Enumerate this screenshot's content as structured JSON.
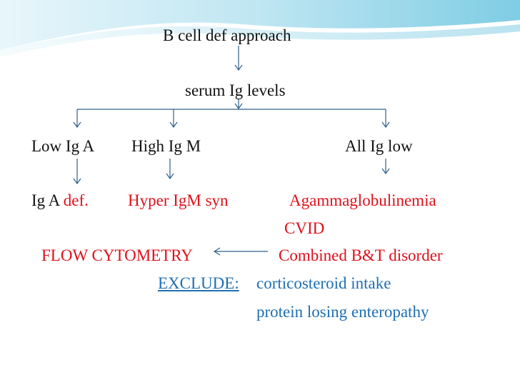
{
  "colors": {
    "text": "#111111",
    "accent_red": "#e0101a",
    "accent_blue": "#1f6fb3",
    "arrow": "#2d5f8e",
    "header_wave_light": "#d9f1f8",
    "header_wave_dark": "#7fcde4"
  },
  "diagram": {
    "title": "B cell def approach",
    "step": "serum Ig levels",
    "branches": {
      "low_iga": "Low Ig A",
      "high_igm": "High Ig M",
      "all_low": "All Ig low"
    },
    "outcomes": {
      "iga_prefix": "Ig A",
      "iga_suffix": "def.",
      "hyper_igm": "Hyper IgM syn",
      "agamma": "Agammaglobulinemia",
      "cvid": "CVID",
      "combined": "Combined B&T disorder",
      "flow": "FLOW CYTOMETRY"
    },
    "exclude": {
      "label": "EXCLUDE:",
      "item1": "corticosteroid intake",
      "item2": "protein losing enteropathy"
    }
  }
}
